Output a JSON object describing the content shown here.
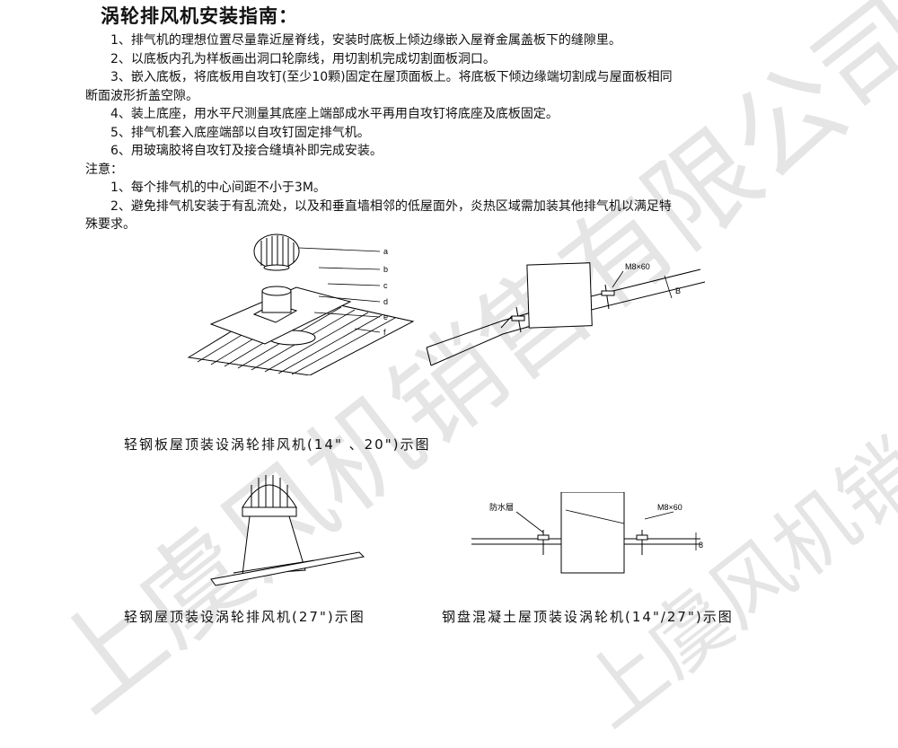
{
  "watermark": "上虞风机销售有限公司",
  "title": "涡轮排风机安装指南：",
  "steps": [
    "1、排气机的理想位置尽量靠近屋脊线，安装时底板上倾边缘嵌入屋脊金属盖板下的缝隙里。",
    "2、以底板内孔为样板画出洞口轮廓线，用切割机完成切割面板洞口。",
    "3、嵌入底板，将底板用自攻钉(至少10颗)固定在屋顶面板上。将底板下倾边缘端切割成与屋面板相同",
    "断面波形折盖空隙。",
    "4、装上底座，用水平尺测量其底座上端部成水平再用自攻钉将底座及底板固定。",
    "5、排气机套入底座端部以自攻钉固定排气机。",
    "6、用玻璃胶将自攻钉及接合缝填补即完成安装。"
  ],
  "note_heading": "注意：",
  "notes": [
    "1、每个排气机的中心间距不小于3M。",
    "2、避免排气机安装于有乱流处，以及和垂直墙相邻的低屋面外，炎热区域需加装其他排气机以满足特",
    "殊要求。"
  ],
  "figure1": {
    "labels": [
      "a",
      "b",
      "c",
      "d",
      "e",
      "f"
    ],
    "caption": "轻钢板屋顶装设涡轮排风机(14\" 、20\")示图"
  },
  "figure2": {
    "bolt_label": "M8×60",
    "dim_label": "B"
  },
  "figure3": {
    "caption": "轻钢屋顶装设涡轮排风机(27\")示图"
  },
  "figure4": {
    "waterproof_label": "防水層",
    "bolt_label": "M8×60",
    "dim_label": "8",
    "caption": "钢盘混凝土屋顶装设涡轮机(14\"/27\")示图"
  }
}
